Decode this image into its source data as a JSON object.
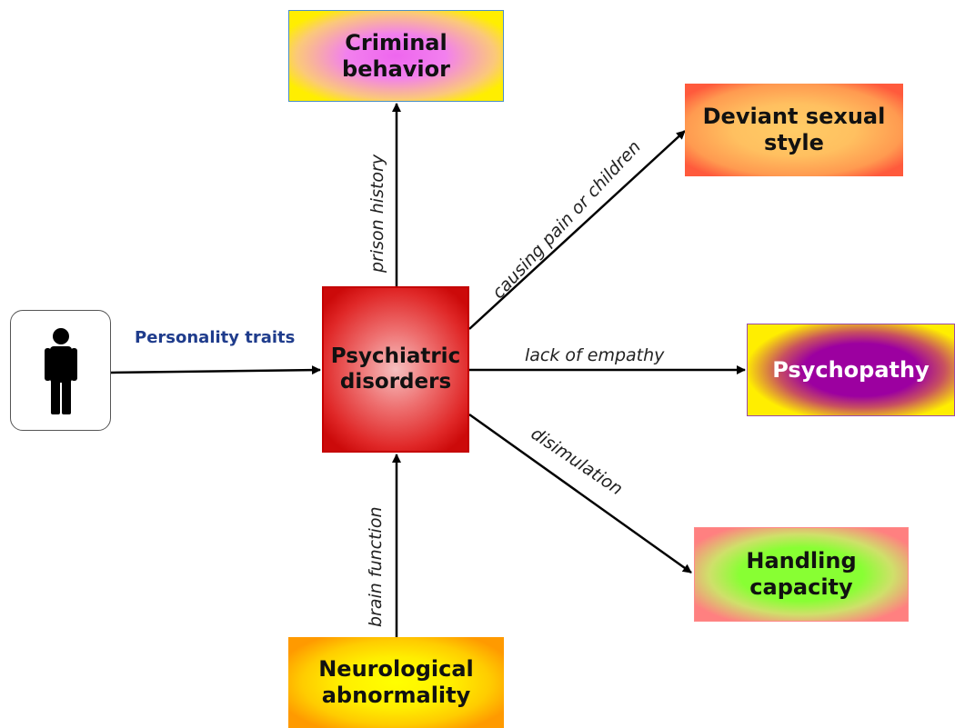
{
  "nodes": {
    "person": {
      "icon": "person-icon"
    },
    "central": {
      "line1": "Psychiatric",
      "line2": "disorders"
    },
    "criminal": {
      "line1": "Criminal",
      "line2": "behavior"
    },
    "deviant": {
      "line1": "Deviant sexual",
      "line2": "style"
    },
    "psychopathy": {
      "line1": "Psychopathy"
    },
    "handling": {
      "line1": "Handling",
      "line2": "capacity"
    },
    "neuro": {
      "line1": "Neurological",
      "line2": "abnormality"
    }
  },
  "edges": {
    "personality": "Personality traits",
    "prison": "prison history",
    "causing": "causing pain or children",
    "empathy": "lack of empathy",
    "dissimulation": "disimulation",
    "brain": "brain function"
  }
}
